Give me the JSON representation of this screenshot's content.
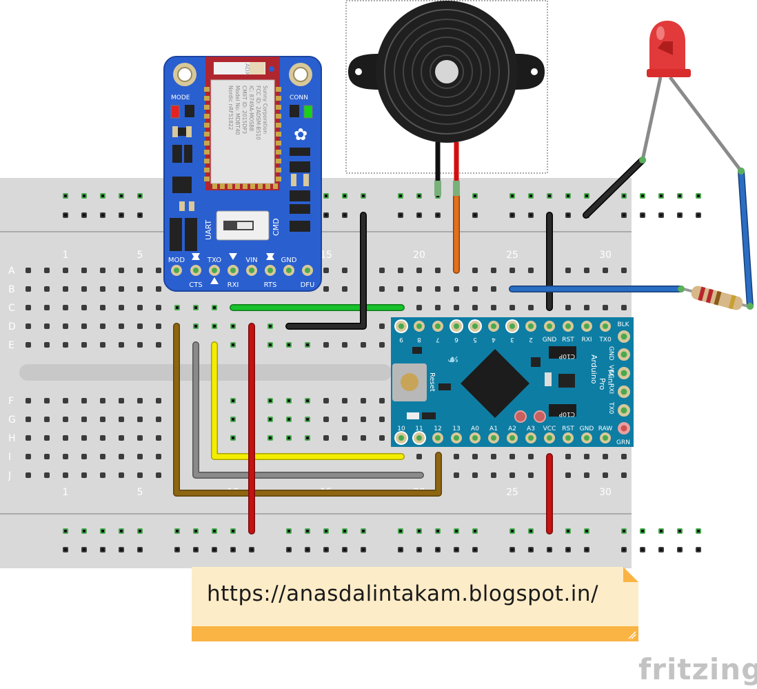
{
  "breadboard": {
    "row_letters_top": [
      "A",
      "B",
      "C",
      "D",
      "E"
    ],
    "row_letters_bottom": [
      "F",
      "G",
      "H",
      "I",
      "J"
    ],
    "column_numbers": [
      "1",
      "5",
      "10",
      "15",
      "20",
      "25",
      "30"
    ]
  },
  "bluefruit": {
    "silk_top_left": "MODE",
    "silk_top_right": "CONN",
    "switch_left": "UART",
    "switch_right": "CMD",
    "module_text": [
      "Sunny Corporation",
      "FCC ID: 2ADSM-B510",
      "IC: 8749A-MOSB8",
      "CMIIT ID: 2015DP3",
      "Model No: MDBT40",
      "Nordic nRF51822"
    ],
    "pins_top": [
      "MOD",
      "TXO",
      "VIN",
      "GND"
    ],
    "pins_bottom": [
      "CTS",
      "RXI",
      "RTS",
      "DFU"
    ],
    "chip_label": "ADX"
  },
  "arduino": {
    "top_pins": [
      "9",
      "8",
      "7",
      "6",
      "5",
      "4",
      "3",
      "2",
      "GND",
      "RST",
      "RXI",
      "TX0"
    ],
    "bottom_pins": [
      "10",
      "11",
      "12",
      "13",
      "A0",
      "A1",
      "A2",
      "A3",
      "VCC",
      "RST",
      "GND",
      "RAW"
    ],
    "right_pins": [
      "BLK",
      "GND",
      "VCC",
      "RXI",
      "TX0",
      "GRN"
    ],
    "board_text": [
      "Arduino",
      "Pro",
      "Mini"
    ],
    "reset_label": "Reset",
    "cap_label": "C10P"
  },
  "note": {
    "url": "https://anasdalintakam.blogspot.in/"
  },
  "logo": {
    "text": "fritzing"
  },
  "colors": {
    "breadboard": "#d9d9d9",
    "wire_black": "#1a1a1a",
    "wire_red": "#c41313",
    "wire_orange": "#e2701d",
    "wire_blue": "#2a6ec3",
    "wire_green": "#17c22b",
    "wire_yellow": "#f3ee00",
    "wire_gray": "#888888",
    "wire_brown": "#8e6612",
    "bluefruit_board": "#2a5fcf",
    "arduino_board": "#0e7da3",
    "note_paper": "#fdecc8",
    "note_fold": "#f9b444",
    "led": "#e23a3a"
  }
}
